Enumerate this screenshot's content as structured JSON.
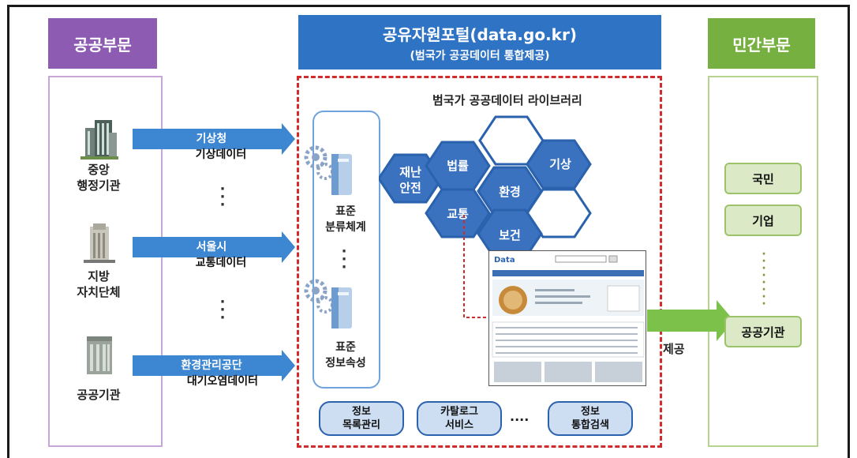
{
  "headers": {
    "public": "공공부문",
    "portal_title": "공유자원포털(data.go.kr)",
    "portal_subtitle": "(범국가 공공데이터 통합제공)",
    "private": "민간부문"
  },
  "public_sector": {
    "central": "중앙\n행정기관",
    "local": "지방\n자치단체",
    "agency": "공공기관"
  },
  "flows": [
    {
      "source": "기상청",
      "data": "기상데이터"
    },
    {
      "source": "서울시",
      "data": "교통데이터"
    },
    {
      "source": "환경관리공단",
      "data": "대기오염데이터"
    }
  ],
  "classification": {
    "standard_taxonomy": "표준\n분류체계",
    "standard_attributes": "표준\n정보속성"
  },
  "library": {
    "title": "범국가 공공데이터 라이브러리",
    "hex_labels": {
      "disaster": "재난\n안전",
      "law": "법률",
      "weather": "기상",
      "environment": "환경",
      "traffic": "교통",
      "health": "보건"
    }
  },
  "services": {
    "catalog_mgmt": "정보\n목록관리",
    "catalog_service": "카탈로그\n서비스",
    "ellipsis": "····",
    "integrated_search": "정보\n통합검색"
  },
  "provide_label": "제공",
  "private_sector": {
    "citizens": "국민",
    "companies": "기업",
    "agencies": "공공기관"
  },
  "colors": {
    "purple": "#8e5bb2",
    "blue": "#2f73c4",
    "green": "#76b041",
    "red_dash": "#d22b2b",
    "hex_blue": "#3a72c0"
  }
}
